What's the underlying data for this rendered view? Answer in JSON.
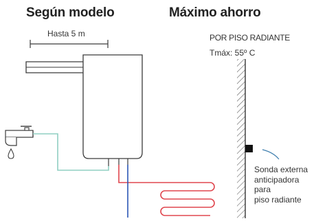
{
  "left_panel": {
    "title": "Según modelo",
    "distance_label": "Hasta 5 m"
  },
  "right_panel": {
    "title": "Máximo ahorro",
    "floor_label": "POR PISO RADIANTE",
    "temp_label": "Tmáx: 55º C",
    "sensor_lines": [
      "Sonda externa",
      "anticipadora",
      "para",
      "piso radiante"
    ]
  },
  "colors": {
    "outline": "#3a3a3a",
    "cold_water_pipe": "#8fcfc2",
    "hot_water_pipe": "#e0464e",
    "blue_pipe": "#2a55b4",
    "sensor_lead": "#3f7fae",
    "sensor_block": "#111111"
  },
  "icons": {
    "faucet": "faucet-icon",
    "drop": "water-drop-icon"
  }
}
